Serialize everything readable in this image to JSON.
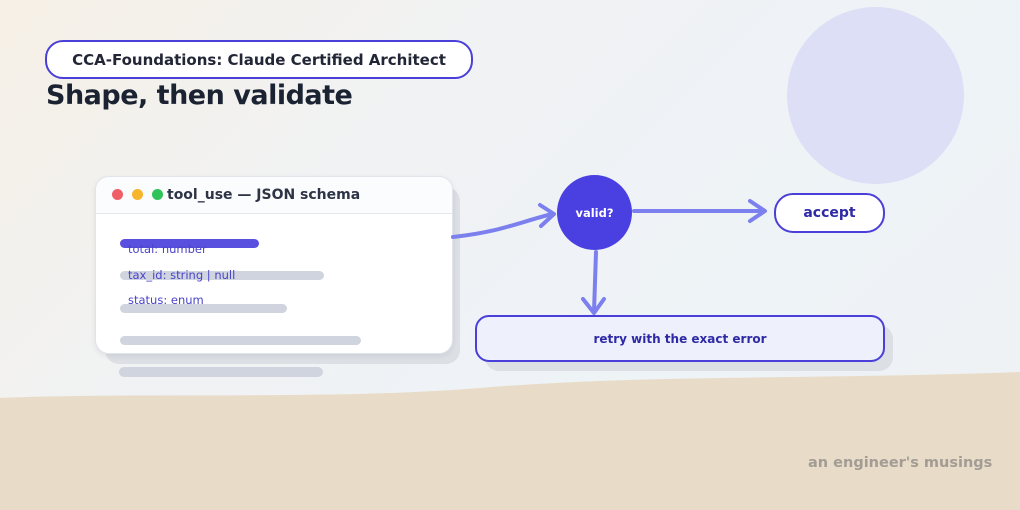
{
  "badge": {
    "text": "CCA-Foundations: Claude Certified Architect"
  },
  "heading": {
    "text": "Shape, then validate"
  },
  "schema_card": {
    "title": "tool_use — JSON schema",
    "fields": [
      {
        "text": "total: number",
        "highlighted": true
      },
      {
        "text": "tax_id: string | null",
        "highlighted": false
      },
      {
        "text": "status: enum",
        "highlighted": false
      }
    ]
  },
  "flow": {
    "validate_node": "valid?",
    "accept_node": "accept",
    "retry_node": "retry with the exact error"
  },
  "footer": {
    "signature": "an engineer's musings"
  },
  "colors": {
    "accent": "#4a3fe0",
    "arrow": "#7b80ee",
    "placeholder_bar": "#cfd4de",
    "sand": "#e8dcc8",
    "window_dots": [
      "#f05f67",
      "#f5b52c",
      "#2fc45a"
    ]
  }
}
